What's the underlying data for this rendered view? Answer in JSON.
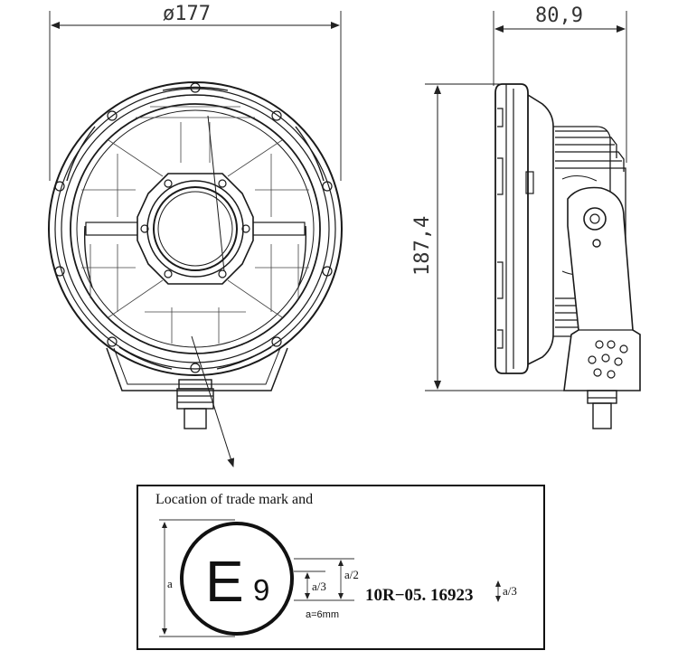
{
  "dimensions": {
    "diameter": "ø177",
    "depth": "80,9",
    "height": "187,4"
  },
  "label_box": {
    "caption": "Location of trade mark and",
    "dim_a": "a",
    "dim_a3_left": "a/3",
    "dim_a2": "a/2",
    "dim_a_value": "a=6mm",
    "mark_letter": "E",
    "mark_number": "9",
    "approval_code": "10R−05. 16923",
    "dim_a3_right": "a/3"
  },
  "colors": {
    "line": "#1a1a1a",
    "dim_line": "#333333",
    "background": "#ffffff"
  }
}
